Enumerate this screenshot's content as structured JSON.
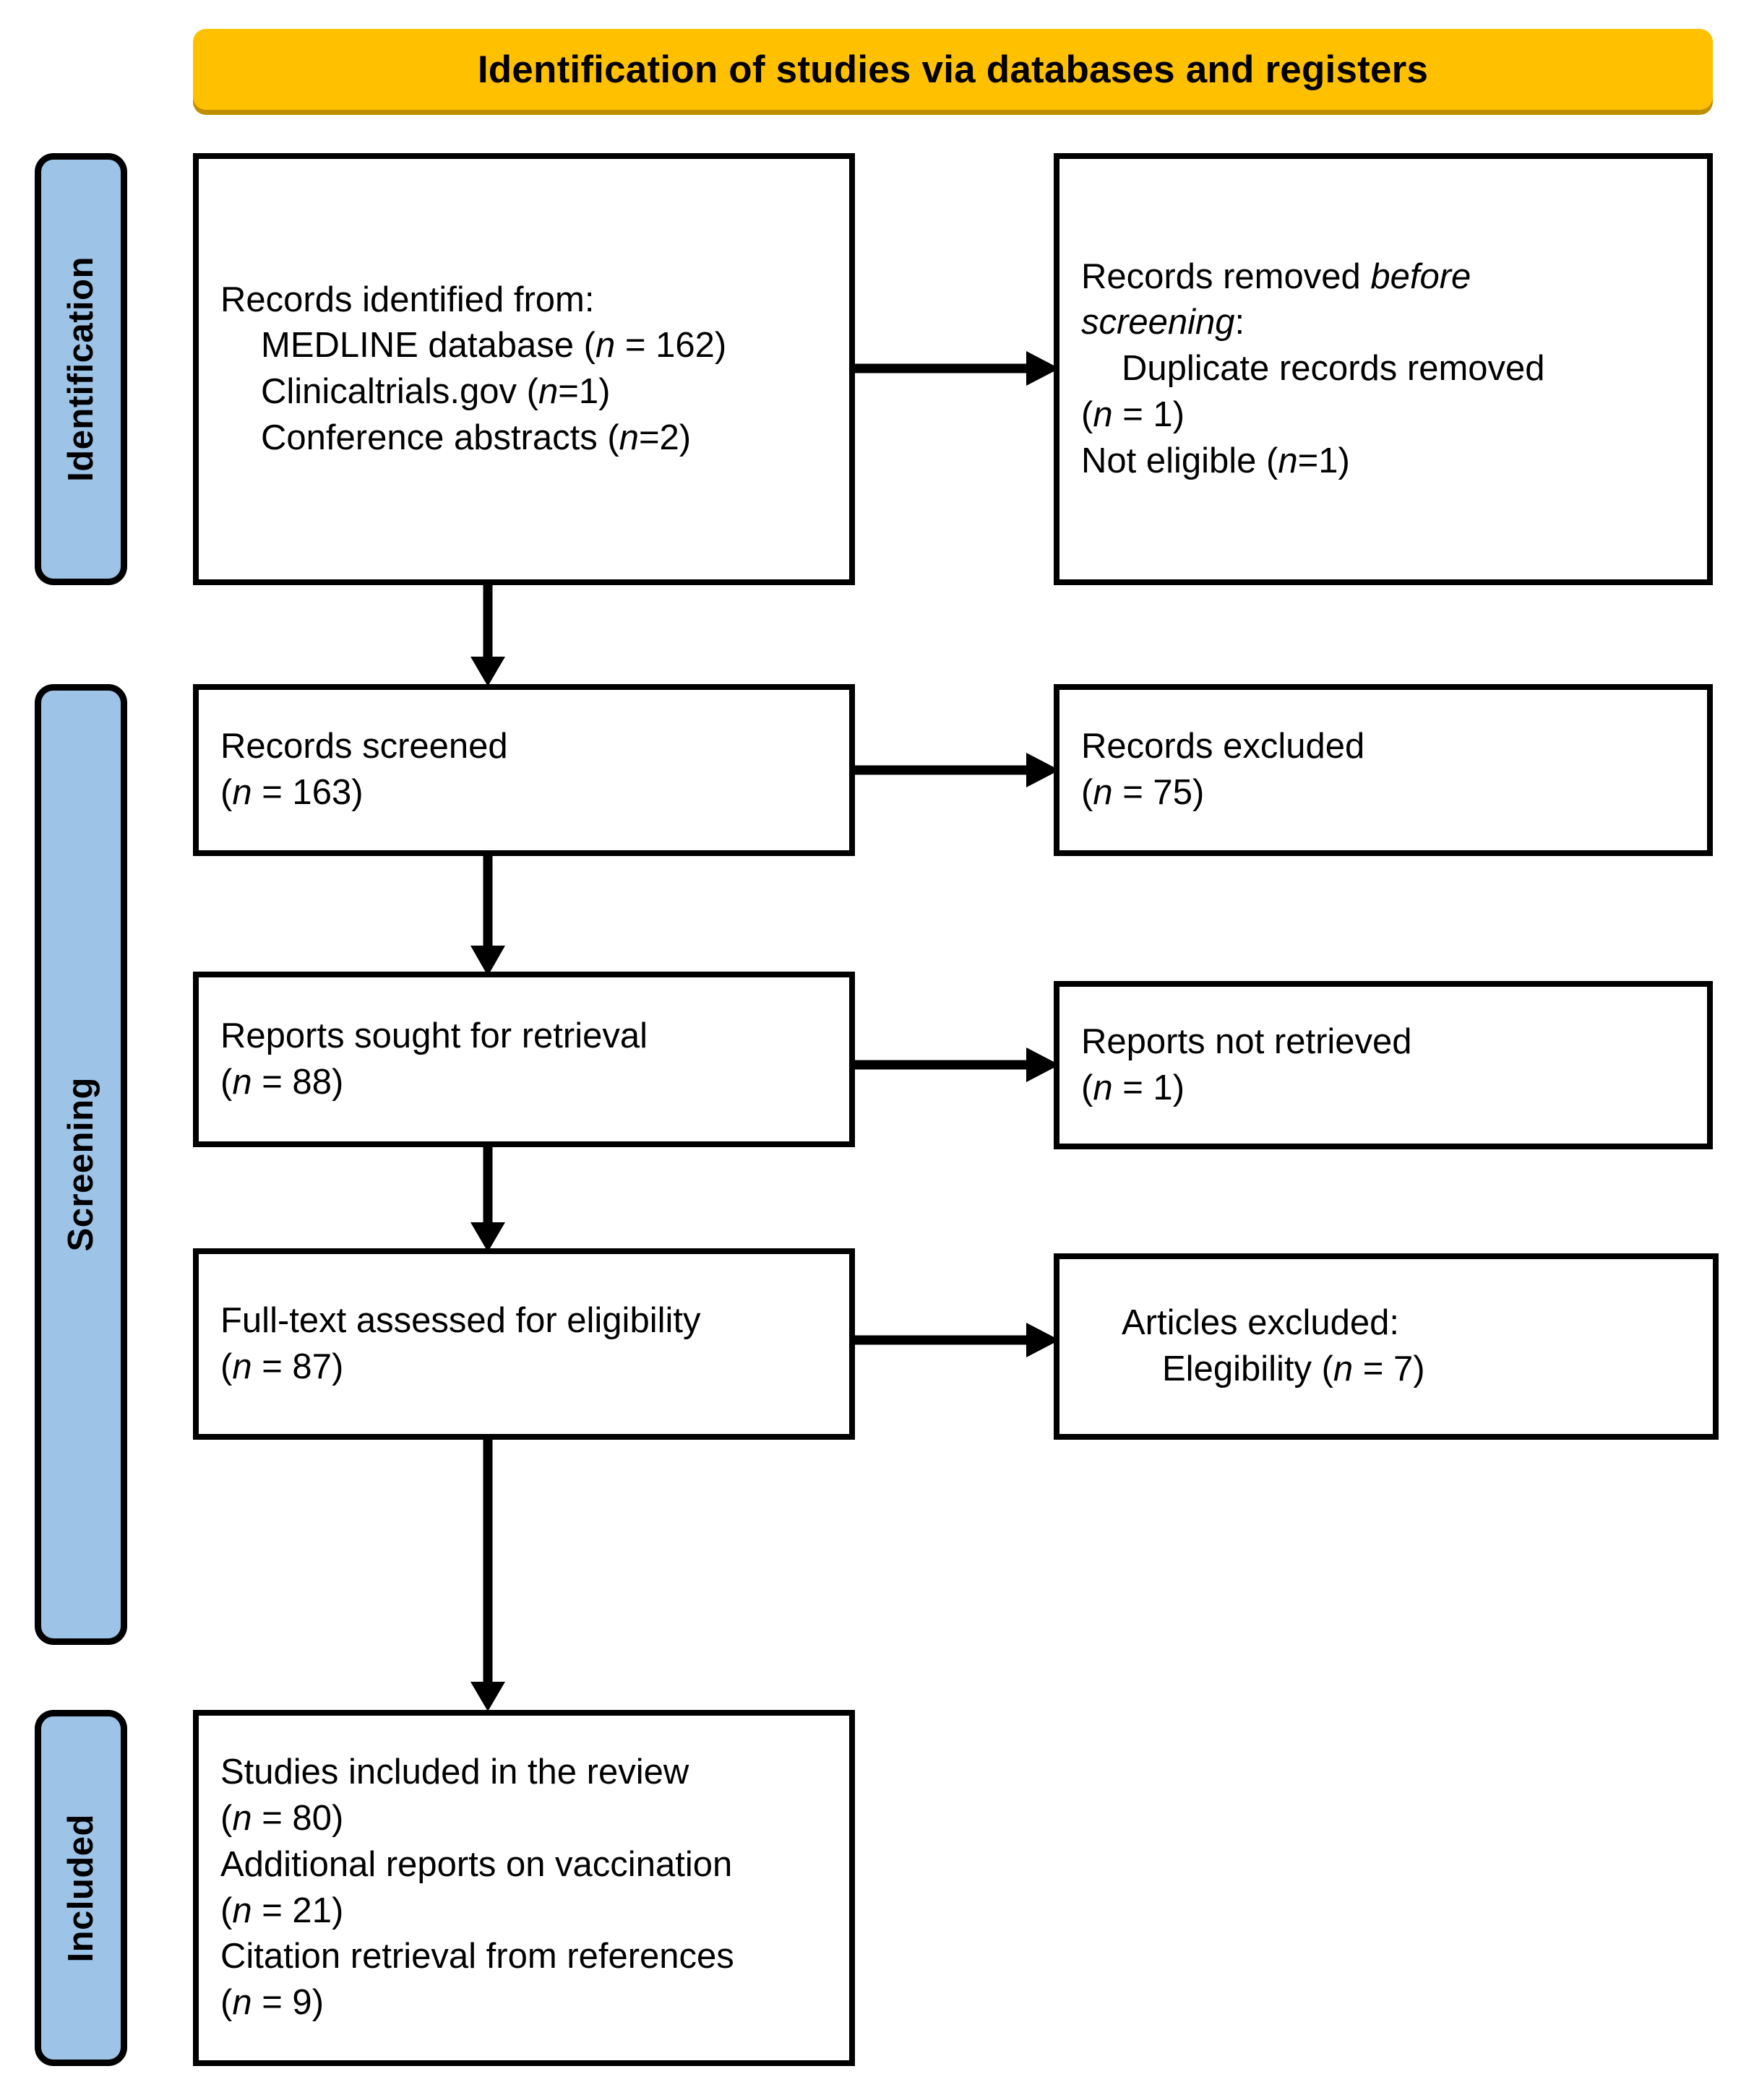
{
  "header": {
    "title": "Identification of studies via databases and registers",
    "background_color": "#FFC000",
    "shadow_color": "#bf8f00"
  },
  "stages": {
    "band_color": "#9DC3E6",
    "identification": "Identification",
    "screening": "Screening",
    "included": "Included"
  },
  "boxes": {
    "identified": {
      "line1": "Records identified from:",
      "line2_pre": "MEDLINE database (",
      "line2_n": "n",
      "line2_post": " = 162)",
      "line3_pre": "Clinicaltrials.gov (",
      "line3_n": "n",
      "line3_post": "=1)",
      "line4_pre": "Conference abstracts (",
      "line4_n": "n",
      "line4_post": "=2)"
    },
    "removed": {
      "line1_pre": "Records removed ",
      "line1_em": "before",
      "line2_em": "screening",
      "line2_post": ":",
      "line3": "Duplicate records removed",
      "line4_pre": "(",
      "line4_n": "n",
      "line4_post": " = 1)",
      "line5_pre": "Not eligible (",
      "line5_n": "n",
      "line5_post": "=1)"
    },
    "screened": {
      "line1": "Records screened",
      "line2_pre": "(",
      "line2_n": "n",
      "line2_post": " = 163)"
    },
    "excluded": {
      "line1": "Records excluded",
      "line2_pre": "(",
      "line2_n": "n",
      "line2_post": " = 75)"
    },
    "sought": {
      "line1": "Reports sought for retrieval",
      "line2_pre": "(",
      "line2_n": "n",
      "line2_post": " = 88)"
    },
    "not_retrieved": {
      "line1": "Reports not retrieved",
      "line2_pre": "(",
      "line2_n": "n",
      "line2_post": " = 1)"
    },
    "fulltext": {
      "line1": "Full-text assessed for eligibility",
      "line2_pre": "(",
      "line2_n": "n",
      "line2_post": " = 87)"
    },
    "articles_excluded": {
      "line1": "Articles excluded:",
      "line2_pre": "Elegibility (",
      "line2_n": "n",
      "line2_post": " = 7)"
    },
    "included": {
      "line1": "Studies included in the review",
      "line2_pre": "(",
      "line2_n": "n",
      "line2_post": " = 80)",
      "line3": "Additional reports on vaccination",
      "line4_pre": "(",
      "line4_n": "n",
      "line4_post": " = 21)",
      "line5": "Citation retrieval from references",
      "line6_pre": "(",
      "line6_n": "n",
      "line6_post": " = 9)"
    }
  },
  "chart_data": {
    "type": "diagram",
    "title": "Identification of studies via databases and registers",
    "nodes": [
      {
        "id": "identified",
        "stage": "Identification",
        "column": "left",
        "label": "Records identified from: MEDLINE database (n = 162); Clinicaltrials.gov (n=1); Conference abstracts (n=2)",
        "counts": {
          "MEDLINE database": 162,
          "Clinicaltrials.gov": 1,
          "Conference abstracts": 2
        }
      },
      {
        "id": "removed",
        "stage": "Identification",
        "column": "right",
        "label": "Records removed before screening: Duplicate records removed (n = 1); Not eligible (n=1)",
        "counts": {
          "Duplicate records removed": 1,
          "Not eligible": 1
        }
      },
      {
        "id": "screened",
        "stage": "Screening",
        "column": "left",
        "label": "Records screened",
        "counts": {
          "n": 163
        }
      },
      {
        "id": "excluded",
        "stage": "Screening",
        "column": "right",
        "label": "Records excluded",
        "counts": {
          "n": 75
        }
      },
      {
        "id": "sought",
        "stage": "Screening",
        "column": "left",
        "label": "Reports sought for retrieval",
        "counts": {
          "n": 88
        }
      },
      {
        "id": "not_retrieved",
        "stage": "Screening",
        "column": "right",
        "label": "Reports not retrieved",
        "counts": {
          "n": 1
        }
      },
      {
        "id": "fulltext",
        "stage": "Screening",
        "column": "left",
        "label": "Full-text assessed for eligibility",
        "counts": {
          "n": 87
        }
      },
      {
        "id": "articles_excluded",
        "stage": "Screening",
        "column": "right",
        "label": "Articles excluded: Elegibility",
        "counts": {
          "Elegibility": 7
        }
      },
      {
        "id": "included",
        "stage": "Included",
        "column": "left",
        "label": "Studies included in the review (n = 80); Additional reports on vaccination (n = 21); Citation retrieval from references (n = 9)",
        "counts": {
          "Studies included in the review": 80,
          "Additional reports on vaccination": 21,
          "Citation retrieval from references": 9
        }
      }
    ],
    "edges": [
      {
        "from": "identified",
        "to": "removed",
        "direction": "right"
      },
      {
        "from": "identified",
        "to": "screened",
        "direction": "down"
      },
      {
        "from": "screened",
        "to": "excluded",
        "direction": "right"
      },
      {
        "from": "screened",
        "to": "sought",
        "direction": "down"
      },
      {
        "from": "sought",
        "to": "not_retrieved",
        "direction": "right"
      },
      {
        "from": "sought",
        "to": "fulltext",
        "direction": "down"
      },
      {
        "from": "fulltext",
        "to": "articles_excluded",
        "direction": "right"
      },
      {
        "from": "fulltext",
        "to": "included",
        "direction": "down"
      }
    ]
  }
}
